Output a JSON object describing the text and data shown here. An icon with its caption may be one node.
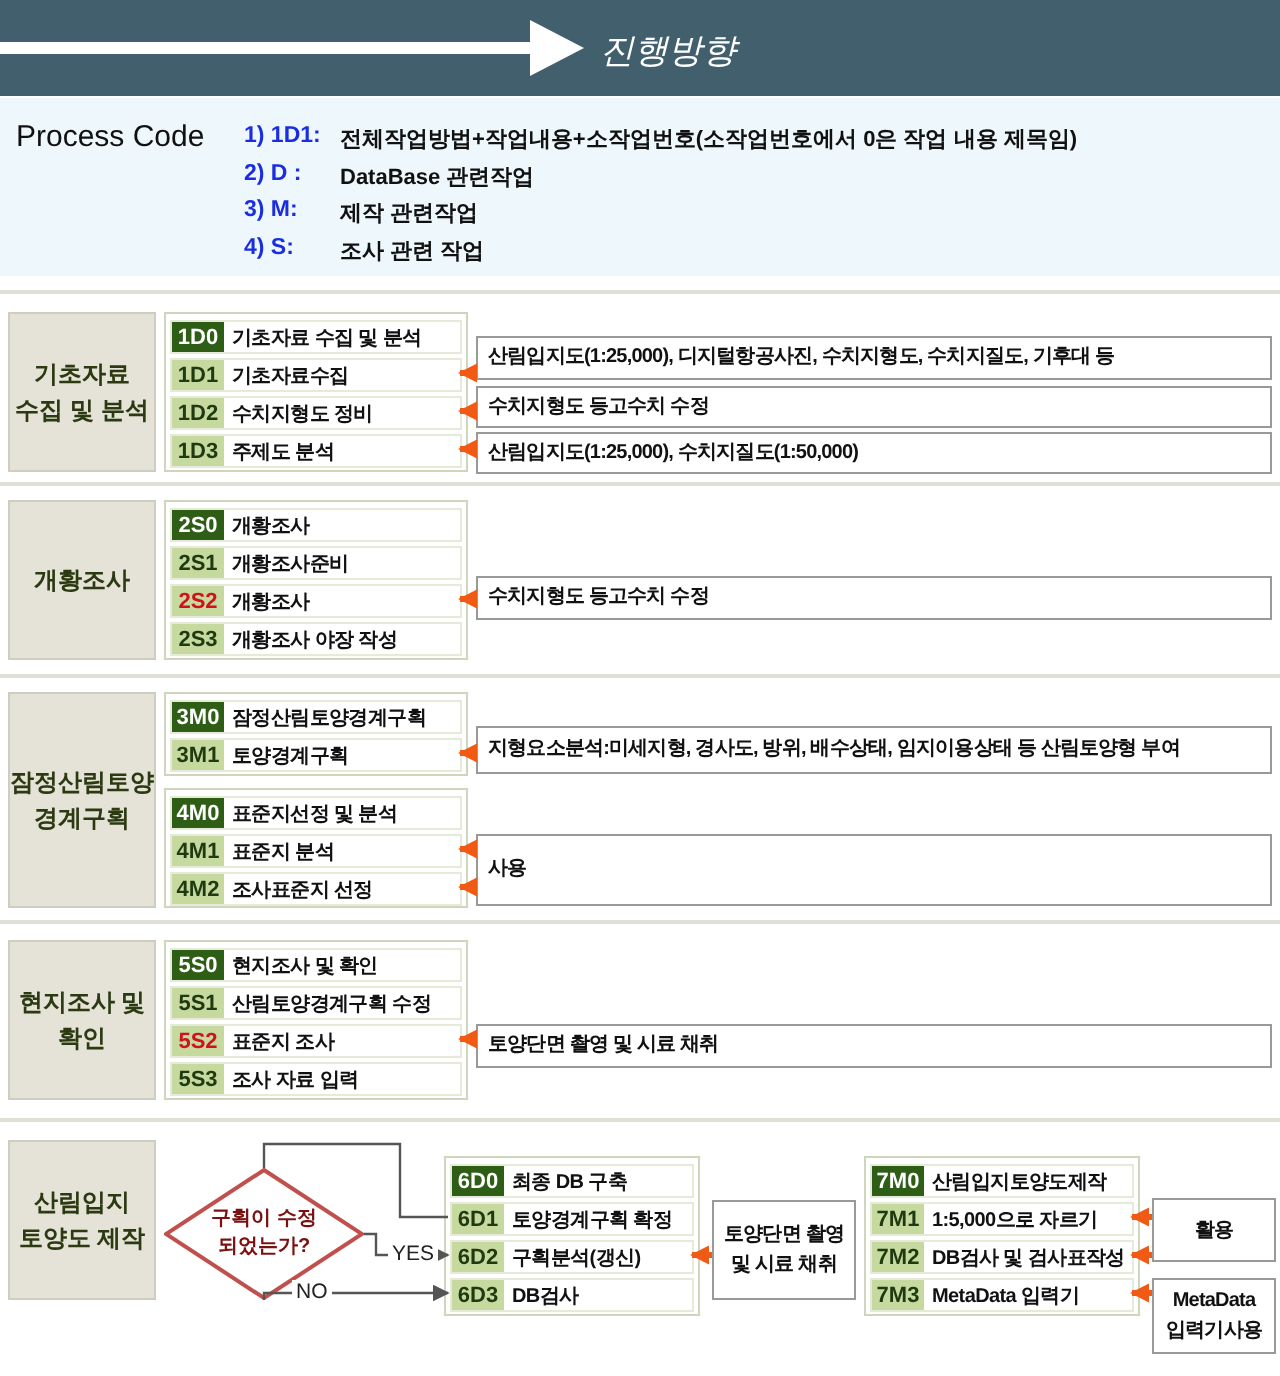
{
  "diagram": {
    "nodes": [
      {
        "text": [
          "기초자료 수집 및 분석"
        ]
      },
      {
        "text": [],
        "shape": "box"
      },
      {
        "text": [
          "1D0",
          "기초자료 수집 및 분석"
        ],
        "in": 1
      },
      {
        "text": [
          "1D1",
          "기초자료수집"
        ],
        "in": 1
      },
      {
        "text": [
          "1D2",
          "수치지형도 정비"
        ],
        "in": 1
      },
      {
        "text": [
          "1D3",
          "주제도 분석"
        ],
        "in": 1
      },
      {
        "text": [
          "산림입지도(1:25,000), 디지털항공사진, 수치지형도, 수치지질도, 기후대 등"
        ]
      },
      {
        "text": [
          "수치지형도 등고수치 수정"
        ]
      },
      {
        "text": [
          "산림입지도(1:25,000), 수치지질도(1:50,000)"
        ]
      },
      {
        "text": [
          "개황조사"
        ]
      },
      {
        "text": [],
        "shape": "box"
      },
      {
        "text": [
          "2S0",
          "개황조사"
        ],
        "in": 10
      },
      {
        "text": [
          "2S1",
          "개황조사준비"
        ],
        "in": 10
      },
      {
        "text": [
          "2S2",
          "개황조사"
        ],
        "in": 10
      },
      {
        "text": [
          "2S3",
          "개황조사 야장 작성"
        ],
        "in": 10
      },
      {
        "text": [
          "수치지형도 등고수치 수정"
        ]
      },
      {
        "text": [
          "잠정산림토양 경계구획"
        ]
      },
      {
        "text": [],
        "shape": "box"
      },
      {
        "text": [
          "3M0",
          "잠정산림토양경계구획"
        ],
        "in": 17
      },
      {
        "text": [
          "3M1",
          "토양경계구획"
        ],
        "in": 17
      },
      {
        "text": [
          "지형요소분석:미세지형, 경사도, 방위, 배수상태, 임지이용상태 등 산림토양형 부여"
        ]
      },
      {
        "text": [],
        "shape": "box"
      },
      {
        "text": [
          "4M0",
          "표준지선정 및 분석"
        ],
        "in": 21
      },
      {
        "text": [
          "4M1",
          "표준지 분석"
        ],
        "in": 21
      },
      {
        "text": [
          "4M2",
          "조사표준지 선정"
        ],
        "in": 21
      },
      {
        "text": [
          "사용"
        ]
      },
      {
        "text": [
          "현지조사 및 확인"
        ]
      },
      {
        "text": [],
        "shape": "box"
      },
      {
        "text": [
          "5S0",
          "현지조사 및 확인"
        ],
        "in": 27
      },
      {
        "text": [
          "5S1",
          "산림토양경계구획 수정"
        ],
        "in": 27
      },
      {
        "text": [
          "5S2",
          "표준지 조사"
        ],
        "in": 27
      },
      {
        "text": [
          "5S3",
          "조사 자료 입력"
        ],
        "in": 27
      },
      {
        "text": [
          "토양단면 촬영 및 시료 채취"
        ]
      },
      {
        "text": [
          "산림입지 토양도 제작"
        ]
      },
      {
        "text": [
          "구획이 수정 되었는가?"
        ]
      },
      {
        "text": [],
        "shape": "box"
      },
      {
        "text": [
          "6D0",
          "최종 DB 구축"
        ],
        "in": 35
      },
      {
        "text": [
          "6D1",
          "토양경계구획 확정"
        ],
        "in": 35
      },
      {
        "text": [
          "6D2",
          "구획분석(갱신)"
        ],
        "in": 35
      },
      {
        "text": [
          "6D3",
          "DB검사"
        ],
        "in": 35
      },
      {
        "text": [
          "토양단면 촬영 및 시료 채취"
        ]
      },
      {
        "text": [],
        "shape": "box"
      },
      {
        "text": [
          "7M0",
          "산림입지토양도제작"
        ],
        "in": 41
      },
      {
        "text": [
          "7M1",
          "1:5,000으로 자르기"
        ],
        "in": 41
      },
      {
        "text": [
          "7M2",
          "DB검사 및 검사표작성"
        ],
        "in": 41
      },
      {
        "text": [
          "7M3",
          "MetaData 입력기"
        ],
        "in": 41
      },
      {
        "text": [
          "활용"
        ]
      },
      {
        "text": [
          "MetaData 입력기사용"
        ]
      }
    ],
    "edges": [
      {
        "from": 6,
        "to": 3,
        "arrow": "to"
      },
      {
        "from": 7,
        "to": 4,
        "arrow": "to"
      },
      {
        "from": 8,
        "to": 5,
        "arrow": "to"
      },
      {
        "from": 15,
        "to": 13,
        "arrow": "to"
      },
      {
        "from": 20,
        "to": 19,
        "arrow": "to"
      },
      {
        "from": 25,
        "to": 23,
        "arrow": "to"
      },
      {
        "from": 25,
        "to": 24,
        "arrow": "to"
      },
      {
        "from": 32,
        "to": 30,
        "arrow": "to"
      },
      {
        "from": 37,
        "to": 34,
        "arrow": "none",
        "color": "#555555"
      },
      {
        "from": 34,
        "to": 38,
        "arrow": "to",
        "label": "YES",
        "color": "#555555"
      },
      {
        "from": 34,
        "to": 39,
        "arrow": "to",
        "label": "NO",
        "color": "#555555"
      },
      {
        "from": 40,
        "to": 38,
        "arrow": "to"
      },
      {
        "from": 46,
        "to": 43,
        "arrow": "to"
      },
      {
        "from": 46,
        "to": 44,
        "arrow": "to"
      },
      {
        "from": 47,
        "to": 45,
        "arrow": "to"
      }
    ],
    "labels": [
      "진행방향",
      "Process Code",
      "1) 1D1:",
      "전체작업방법+작업내용+소작업번호(소작업번호에서 0은 작업 내용 제목임)",
      "2) D :",
      "DataBase 관련작업",
      "3) M:",
      "제작 관련작업",
      "4) S:",
      "조사 관련 작업"
    ]
  }
}
